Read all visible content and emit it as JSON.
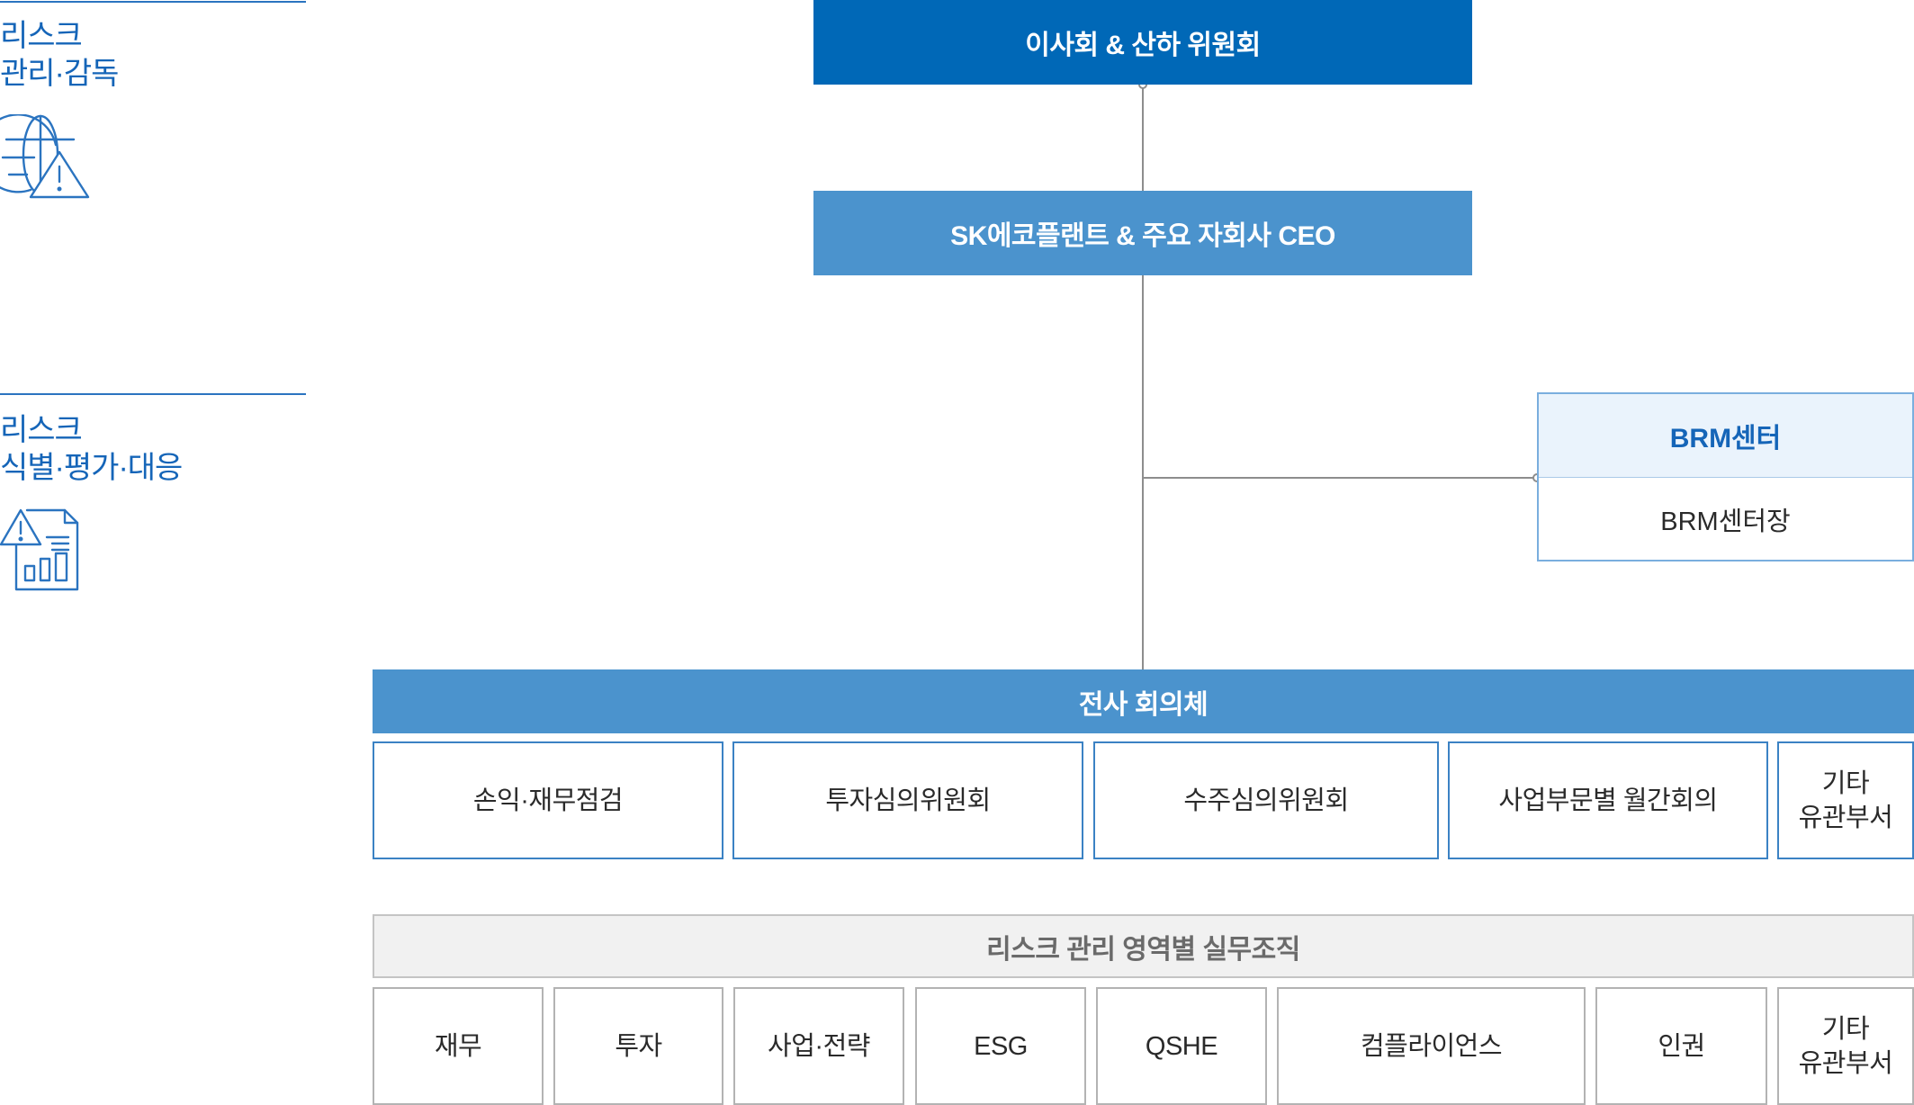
{
  "sections": [
    {
      "title": "리스크\n관리·감독",
      "icon": "globe-warning-icon"
    },
    {
      "title": "리스크\n식별·평가·대응",
      "icon": "document-warning-chart-icon"
    }
  ],
  "hierarchy": {
    "board": "이사회 & 산하 위원회",
    "ceo": "SK에코플랜트 & 주요 자회사 CEO",
    "brm": {
      "title": "BRM센터",
      "head": "BRM센터장"
    },
    "council": {
      "title": "전사 회의체",
      "items": [
        "손익·재무점검",
        "투자심의위원회",
        "수주심의위원회",
        "사업부문별 월간회의",
        "기타\n유관부서"
      ]
    },
    "working": {
      "title": "리스크 관리 영역별 실무조직",
      "items": [
        "재무",
        "투자",
        "사업·전략",
        "ESG",
        "QSHE",
        "컴플라이언스",
        "인권",
        "기타\n유관부서"
      ]
    }
  },
  "colors": {
    "primary": "#0068b7",
    "secondary": "#4b93cd",
    "accent_text": "#1565b8"
  }
}
